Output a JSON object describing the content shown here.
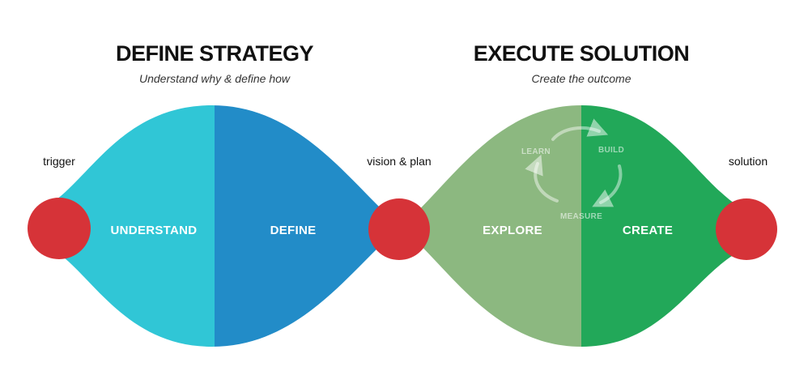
{
  "phases": {
    "define": {
      "title": "DEFINE STRATEGY",
      "subtitle": "Understand why & define how"
    },
    "execute": {
      "title": "EXECUTE SOLUTION",
      "subtitle": "Create the outcome"
    }
  },
  "milestones": {
    "trigger": "trigger",
    "vision": "vision & plan",
    "solution": "solution"
  },
  "stages": {
    "understand": "UNDERSTAND",
    "define": "DEFINE",
    "explore": "EXPLORE",
    "create": "CREATE"
  },
  "loop": {
    "learn": "LEARN",
    "build": "BUILD",
    "measure": "MEASURE"
  },
  "colors": {
    "understand": "#30c6d6",
    "define": "#228cc8",
    "explore": "#8cb880",
    "create": "#22a859",
    "milestone": "#d63338"
  }
}
